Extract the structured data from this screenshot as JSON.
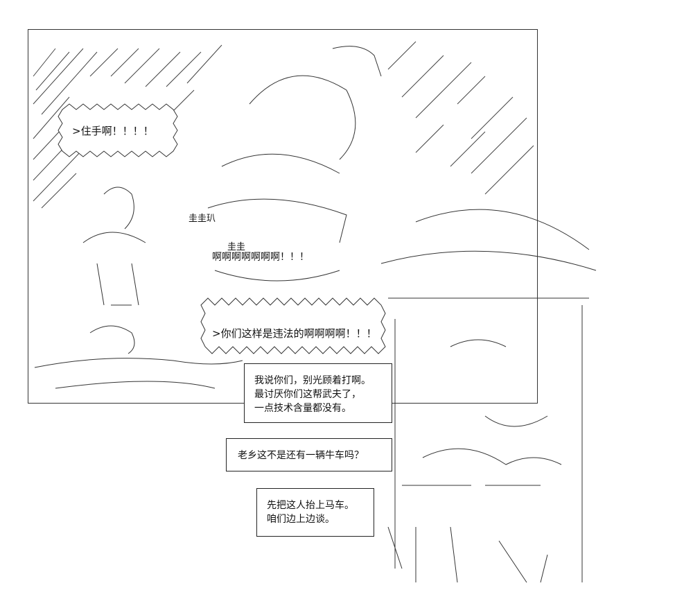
{
  "panel1": {
    "shout_stop": ">住手啊！！！！",
    "shout_ah": "啊啊啊啊啊啊啊！！！",
    "sign_left": "圭圭玐",
    "sign_right": "圭圭"
  },
  "panel2": {
    "shout_illegal": ">你们这样是违法的啊啊啊啊！！！",
    "bubble_a": [
      "我说你们，别光顾着打啊。",
      "最讨厌你们这帮武夫了，",
      "一点技术含量都没有。"
    ],
    "bubble_b": [
      "老乡这不是还有一辆牛车吗？"
    ],
    "bubble_c": [
      "先把这人抬上马车。",
      "咱们边上边谈。"
    ]
  },
  "colors": {
    "ink": "#111111",
    "paper": "#ffffff"
  }
}
